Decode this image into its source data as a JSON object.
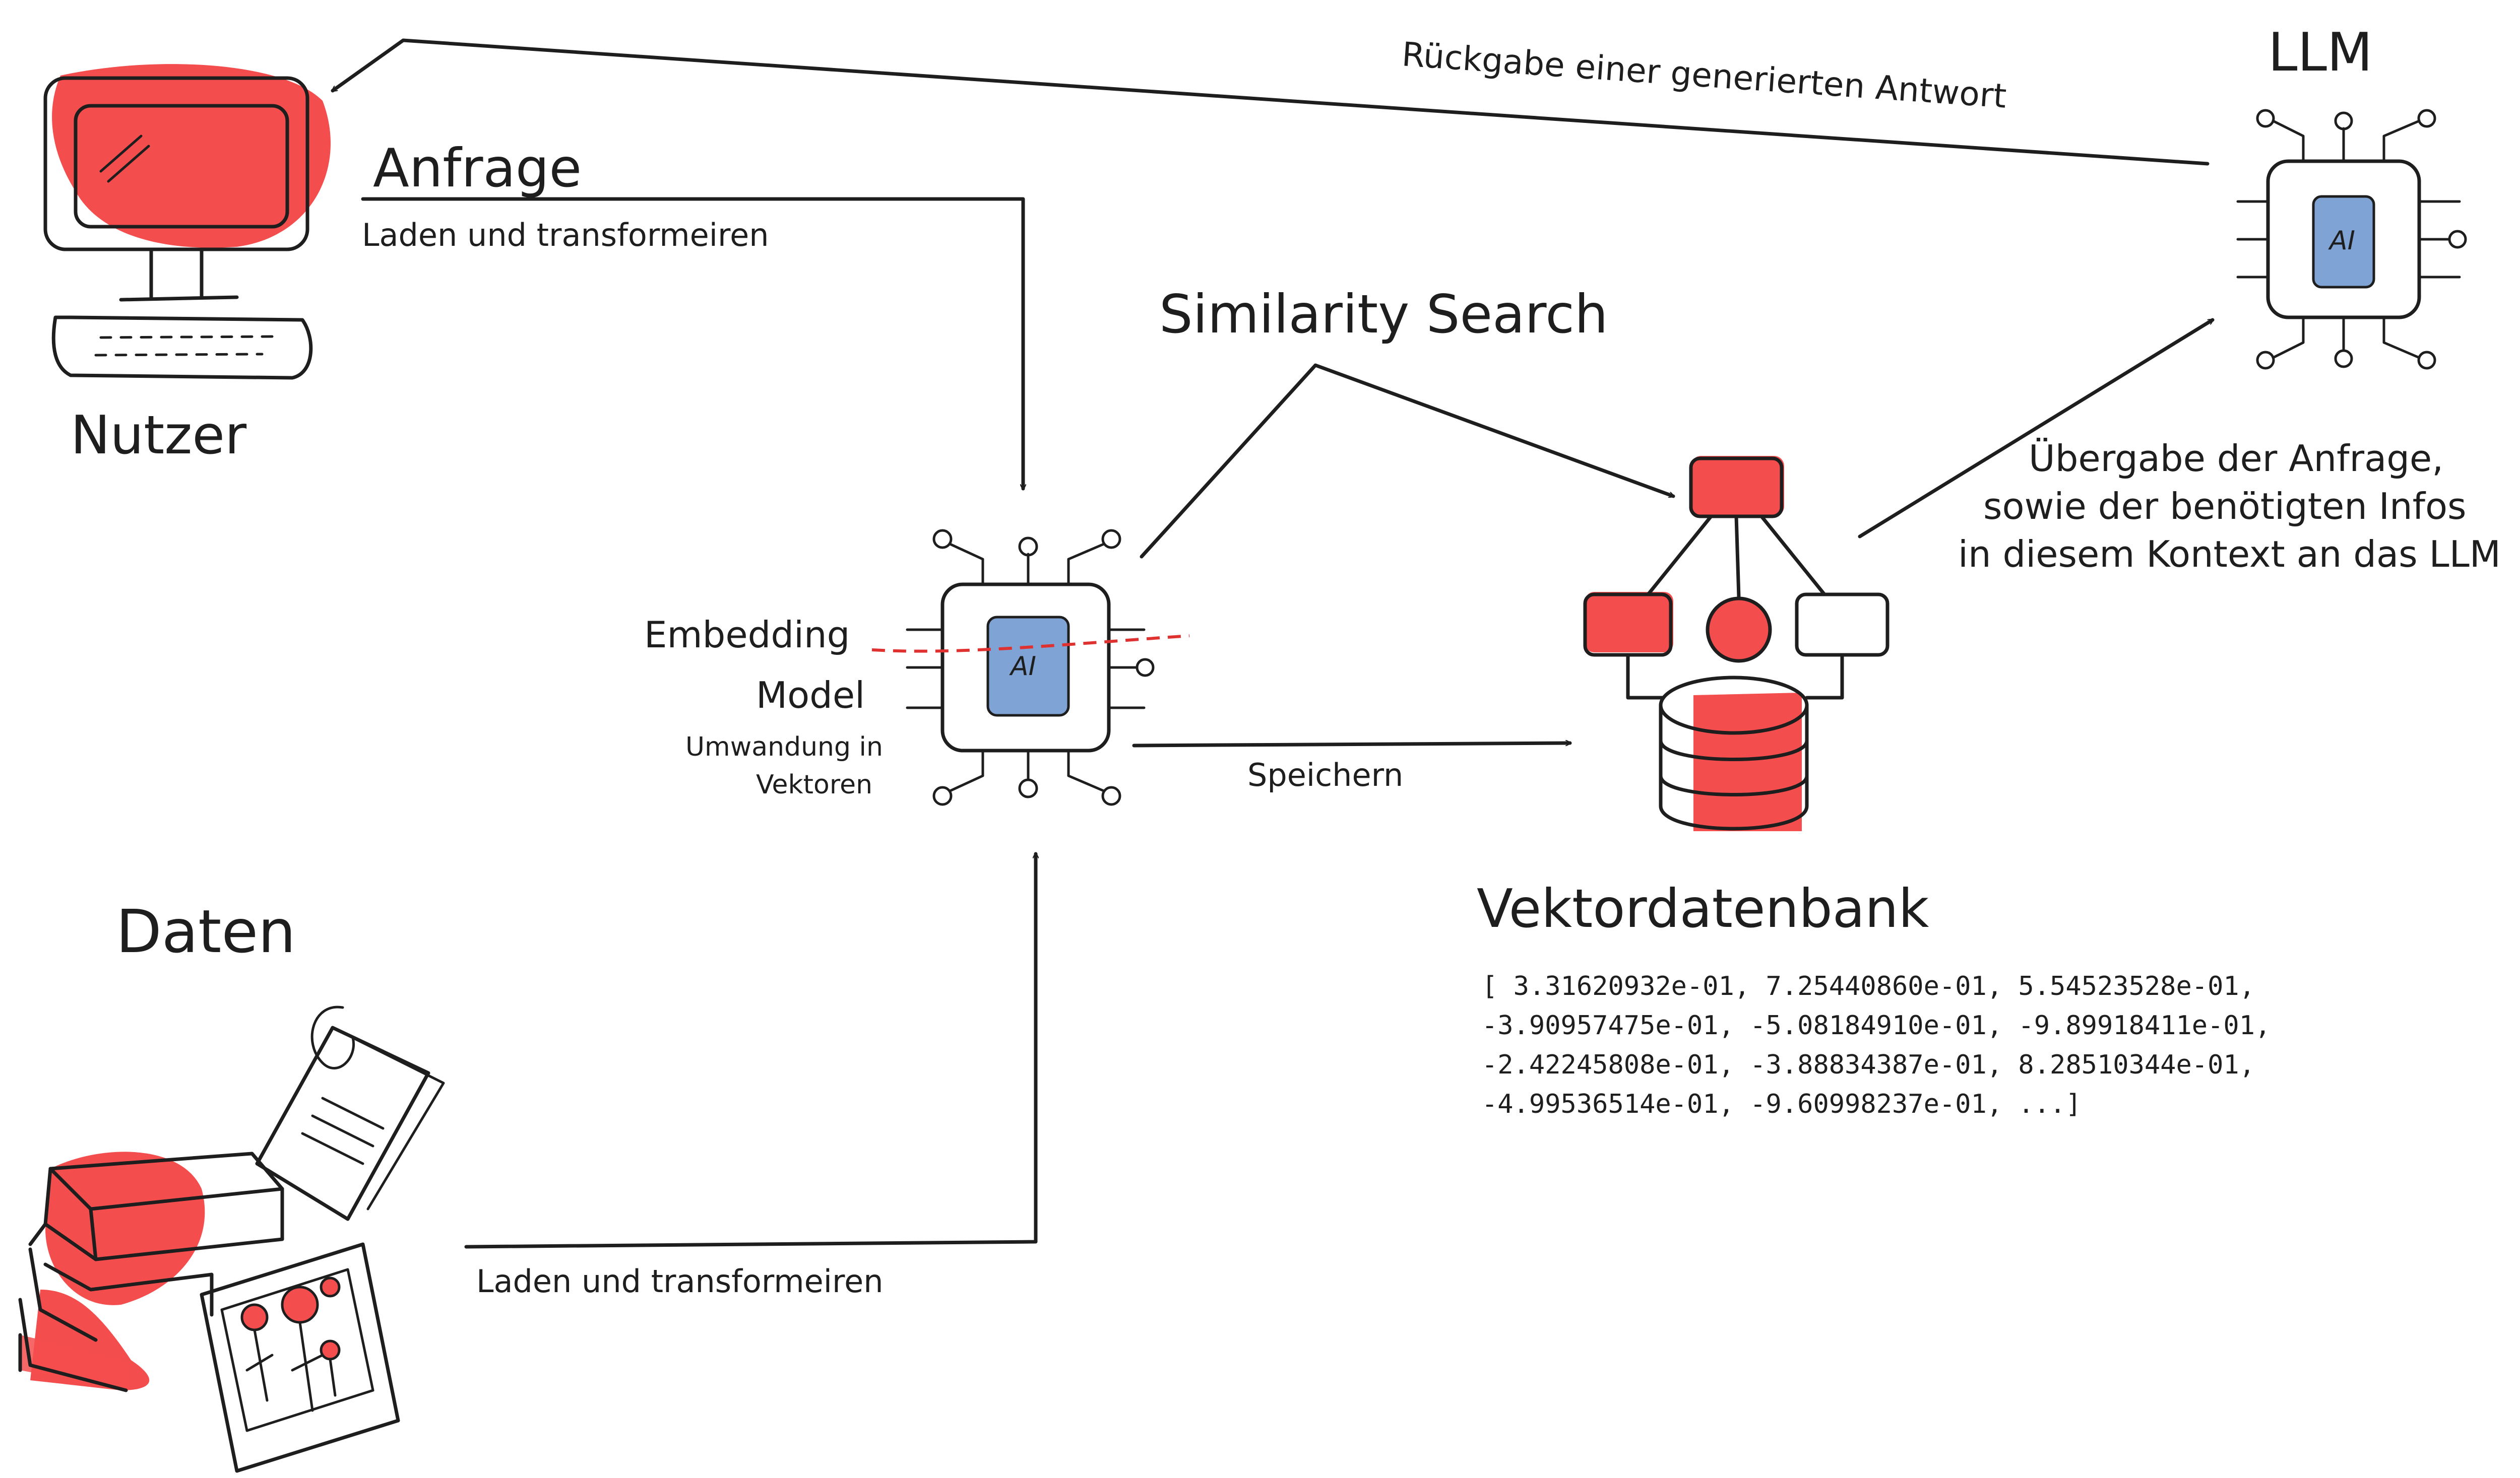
{
  "labels": {
    "nutzer": "Nutzer",
    "anfrage": "Anfrage",
    "anfrage_sub": "Laden und transformeiren",
    "ruckgabe": "Rückgabe einer generierten Antwort",
    "llm": "LLM",
    "similarity": "Similarity Search",
    "embedding_line1": "Embedding",
    "embedding_line2": "Model",
    "embedding_sub1": "Umwandung in",
    "embedding_sub2": "Vektoren",
    "speichern": "Speichern",
    "ubergabe_line1": "Übergabe der Anfrage,",
    "ubergabe_line2": "sowie der benötigten Infos",
    "ubergabe_line3": "in diesem Kontext an das LLM",
    "vektordatenbank": "Vektordatenbank",
    "daten": "Daten",
    "daten_sub": "Laden und transformeiren",
    "chip_ai": "AI"
  },
  "vector_lines": [
    "[ 3.31620932e-01,  7.25440860e-01,  5.54523528e-01,",
    "  -3.90957475e-01, -5.08184910e-01, -9.89918411e-01,",
    "  -2.42245808e-01, -3.88834387e-01,  8.28510344e-01,",
    "  -4.99536514e-01, -9.60998237e-01, ...]"
  ],
  "colors": {
    "accent_red": "#f44d4d",
    "chip_blue": "#7ea3d4",
    "ink": "#1e1e1e",
    "dashed_red": "#e03131"
  },
  "icons": [
    "computer-icon",
    "keyboard-icon",
    "ai-chip-icon",
    "llm-chip-icon",
    "vector-database-icon",
    "books-icon",
    "document-icon",
    "photo-icon"
  ]
}
